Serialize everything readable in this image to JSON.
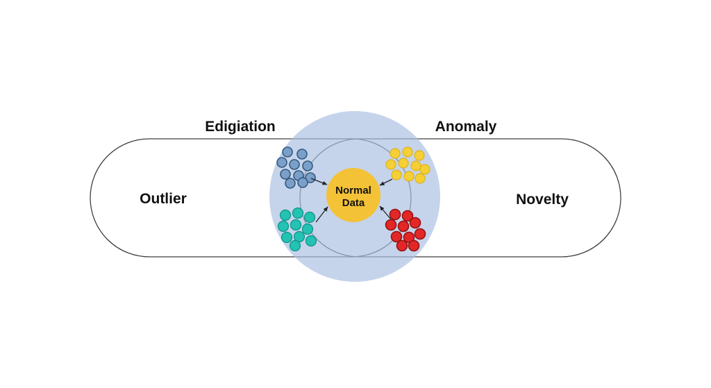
{
  "diagram": {
    "labels": {
      "top_left": "Edigiation",
      "top_right": "Anomaly",
      "left_region": "Outlier",
      "right_region": "Novelty",
      "center_line1": "Normal",
      "center_line2": "Data"
    },
    "colors": {
      "background": "#ffffff",
      "pill_outline": "#3f3f3f",
      "overlap_circle": "#a9c0e2",
      "normal_data_fill": "#f3c237",
      "arrow": "#222222",
      "text": "#111111"
    },
    "clusters": [
      {
        "name": "blue-cluster",
        "fill": "#7aa0c9",
        "stroke": "#33597f",
        "stroke_width": 1.6,
        "radius": 7,
        "dots": [
          [
            414,
            219
          ],
          [
            435,
            222
          ],
          [
            406,
            234
          ],
          [
            424,
            237
          ],
          [
            443,
            239
          ],
          [
            411,
            251
          ],
          [
            430,
            253
          ],
          [
            447,
            256
          ],
          [
            418,
            264
          ],
          [
            436,
            263
          ]
        ]
      },
      {
        "name": "teal-cluster",
        "fill": "#23c2b2",
        "stroke": "#0f9184",
        "stroke_width": 1.2,
        "radius": 7.5,
        "dots": [
          [
            411,
            310
          ],
          [
            429,
            307
          ],
          [
            446,
            313
          ],
          [
            408,
            326
          ],
          [
            426,
            324
          ],
          [
            443,
            330
          ],
          [
            413,
            342
          ],
          [
            431,
            341
          ],
          [
            448,
            347
          ],
          [
            425,
            354
          ]
        ]
      },
      {
        "name": "yellow-cluster",
        "fill": "#f5cf35",
        "stroke": "#ddb31c",
        "stroke_width": 1.2,
        "radius": 7,
        "dots": [
          [
            569,
            221
          ],
          [
            587,
            219
          ],
          [
            604,
            224
          ],
          [
            563,
            237
          ],
          [
            581,
            235
          ],
          [
            599,
            239
          ],
          [
            612,
            244
          ],
          [
            571,
            252
          ],
          [
            589,
            254
          ],
          [
            605,
            257
          ]
        ]
      },
      {
        "name": "red-cluster",
        "fill": "#e32727",
        "stroke": "#951313",
        "stroke_width": 1.6,
        "radius": 7.5,
        "dots": [
          [
            569,
            309
          ],
          [
            587,
            311
          ],
          [
            563,
            324
          ],
          [
            581,
            326
          ],
          [
            598,
            321
          ],
          [
            571,
            341
          ],
          [
            589,
            342
          ],
          [
            605,
            337
          ],
          [
            579,
            354
          ],
          [
            596,
            354
          ]
        ]
      }
    ]
  }
}
